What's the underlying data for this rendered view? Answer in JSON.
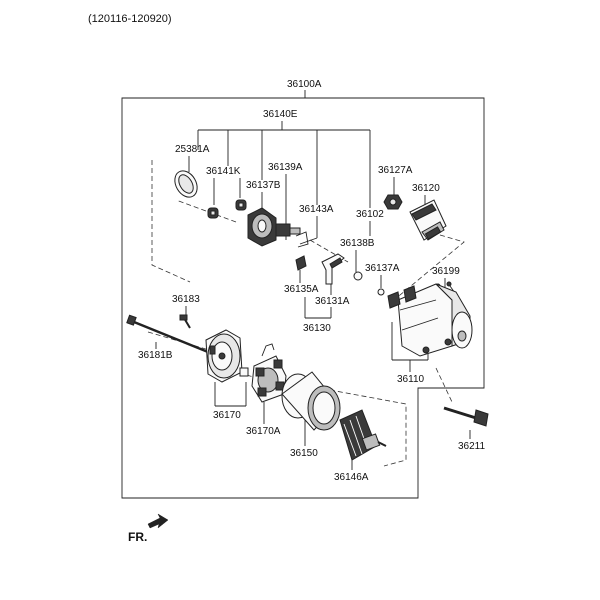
{
  "header": {
    "date_range": "(120116-120920)"
  },
  "direction": {
    "label": "FR."
  },
  "part_labels": {
    "p36100A": "36100A",
    "p36140E": "36140E",
    "p25381A": "25381A",
    "p36141K": "36141K",
    "p36139A": "36139A",
    "p36137B": "36137B",
    "p36143A": "36143A",
    "p36127A": "36127A",
    "p36120": "36120",
    "p36102": "36102",
    "p36138B": "36138B",
    "p36137A": "36137A",
    "p36199": "36199",
    "p36135A": "36135A",
    "p36131A": "36131A",
    "p36130": "36130",
    "p36183": "36183",
    "p36181B": "36181B",
    "p36110": "36110",
    "p36170": "36170",
    "p36170A": "36170A",
    "p36150": "36150",
    "p36146A": "36146A",
    "p36211": "36211"
  }
}
